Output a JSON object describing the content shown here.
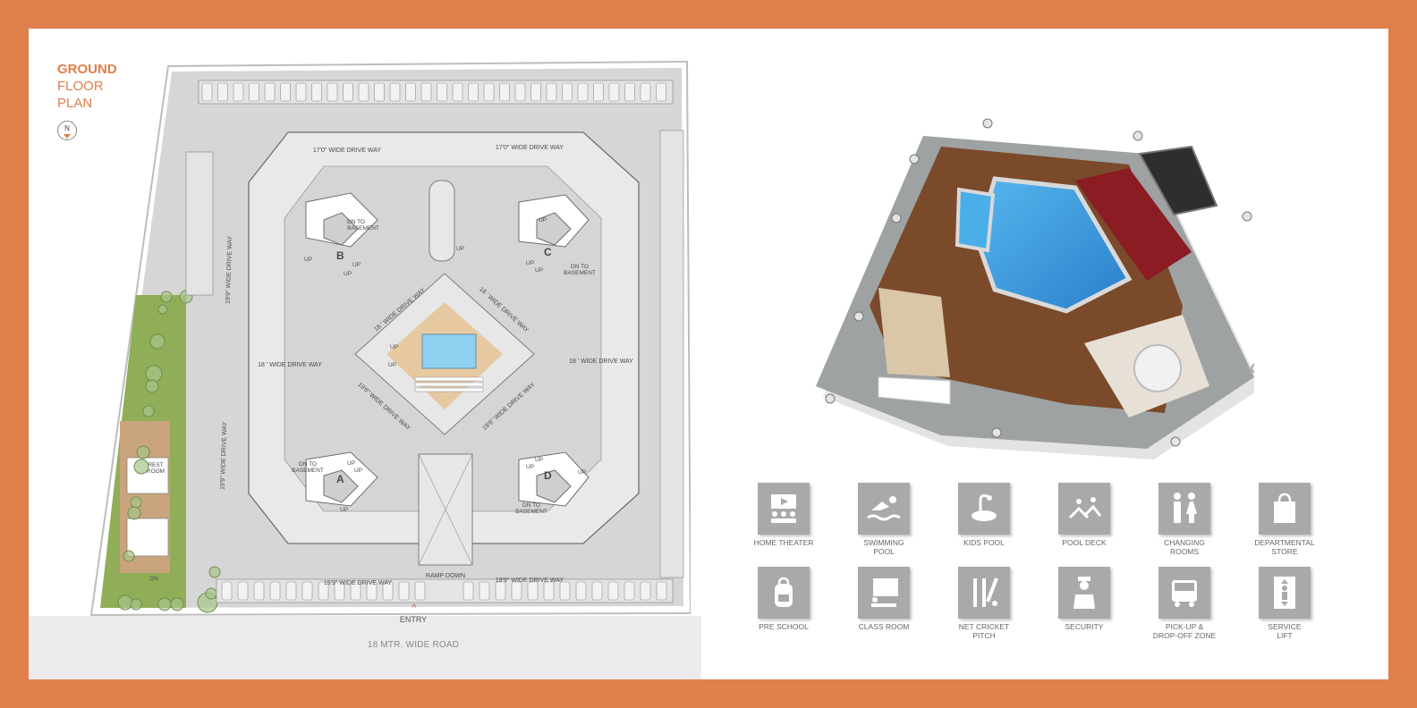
{
  "title": {
    "line1": "GROUND",
    "line2": "FLOOR",
    "line3": "PLAN"
  },
  "compass": {
    "label": "N"
  },
  "road": {
    "label": "18 MTR. WIDE ROAD",
    "entry": "ENTRY"
  },
  "plan_labels": {
    "drive_top_left": "17'0\" WIDE DRIVE WAY",
    "drive_top_right": "17'0\" WIDE DRIVE WAY",
    "drive_left_upper": "19'9\" WIDE DRIVE WAY",
    "drive_left_lower": "19'9\" WIDE DRIVE WAY",
    "drive_mid_left": "18 ' WIDE DRIVE WAY",
    "drive_mid_right": "18 ' WIDE DRIVE WAY",
    "drive_diag_ul": "18 ' WIDE DRIVE WAY",
    "drive_diag_ur": "18 ' WIDE DRIVE WAY",
    "drive_diag_ll": "19'6\" WIDE DRIVE WAY",
    "drive_diag_lr": "19'6\" WIDE DRIVE WAY",
    "drive_bottom_left": "19'9\" WIDE DRIVE WAY",
    "drive_bottom_right": "19'9\" WIDE DRIVE WAY",
    "ramp": "RAMP DOWN",
    "dn_to_basement": "DN TO",
    "basement": "BASEMENT",
    "up": "UP",
    "dn": "DN",
    "rest_room_1": "REST",
    "rest_room_2": "ROOM",
    "wing_a": "A",
    "wing_b": "B",
    "wing_c": "C",
    "wing_d": "D"
  },
  "amenities": [
    {
      "label": "HOME THEATER",
      "icon": "home-theater-icon"
    },
    {
      "label": "SWIMMING\nPOOL",
      "icon": "swimming-icon"
    },
    {
      "label": "KIDS POOL",
      "icon": "kids-pool-icon"
    },
    {
      "label": "POOL DECK",
      "icon": "pool-deck-icon"
    },
    {
      "label": "CHANGING\nROOMS",
      "icon": "changing-rooms-icon"
    },
    {
      "label": "DEPARTMENTAL\nSTORE",
      "icon": "shopping-bag-icon"
    },
    {
      "label": "PRE SCHOOL",
      "icon": "backpack-icon"
    },
    {
      "label": "CLASS ROOM",
      "icon": "classroom-icon"
    },
    {
      "label": "NET CRICKET\nPITCH",
      "icon": "cricket-icon"
    },
    {
      "label": "SECURITY",
      "icon": "security-guard-icon"
    },
    {
      "label": "PICK-UP &\nDROP-OFF ZONE",
      "icon": "bus-icon"
    },
    {
      "label": "SERVICE\nLIFT",
      "icon": "lift-icon"
    }
  ],
  "colors": {
    "frame": "#df7f4c",
    "tile": "#a9a9ab",
    "pool": "#3fa3e0",
    "deck": "#7a4a2a"
  }
}
